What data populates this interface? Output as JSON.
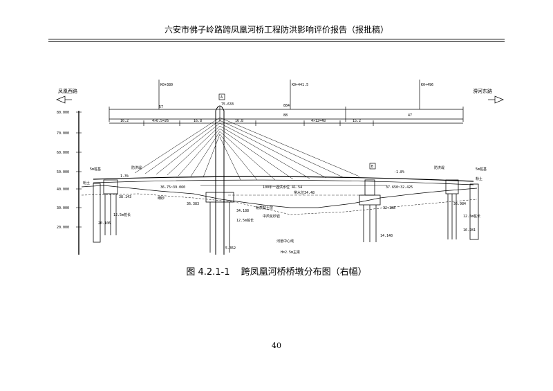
{
  "header": {
    "title": "六安市佛子岭路跨凤凰河桥工程防洪影响评价报告（报批稿）"
  },
  "figure": {
    "number": "图 4.2.1-1",
    "caption": "跨凤凰河桥桥墩分布图（右幅）",
    "left_direction": "凤凰西路",
    "right_direction": "淠河东路",
    "stations": [
      "K0+380",
      "K0+441.5",
      "K0+496"
    ],
    "spans": [
      "57",
      "884",
      "88",
      "47"
    ],
    "sub_spans": [
      "16.2",
      "4×6.5=26",
      "16.8",
      "16.8",
      "4×12=48",
      "15.2"
    ],
    "elevation_ticks": [
      "80.000",
      "70.000",
      "60.000",
      "50.000",
      "40.000",
      "30.000",
      "20.000"
    ],
    "labels": {
      "tower_top": "75.633",
      "grade_left": "1.3%",
      "grade_right": "-1.8%",
      "level_a": "36.75~39.060",
      "flood_level": "100年一遇洪水位 41.54",
      "normal_level": "常水位34.48",
      "level_b": "37.650~32.425",
      "embank_left": "防洪堤",
      "embank_right": "防洪堤",
      "pier_mark_a": "A",
      "pier_mark_b": "B",
      "strata_left": "粉土",
      "strata_right": "粉土",
      "clay": "细砂",
      "layer_1": "粉质黏土层",
      "layer_2": "中风化砂岩",
      "river_center": "河道中心线",
      "elev_1": "38.143",
      "elev_2": "36.383",
      "elev_3": "34.188",
      "elev_4": "32.188",
      "elev_5": "36.984",
      "elev_6": "20.106",
      "elev_7": "14.148",
      "elev_8": "16.281",
      "elev_9": "5.352",
      "anchor_left": "5m桩基",
      "anchor_right": "5m桩基",
      "pile_left": "12.5m桩长",
      "pile_mid": "12.5m桩长",
      "pile_right": "12.5m桩长",
      "note_center": "H=2.5m主梁"
    }
  },
  "page_number": "40"
}
